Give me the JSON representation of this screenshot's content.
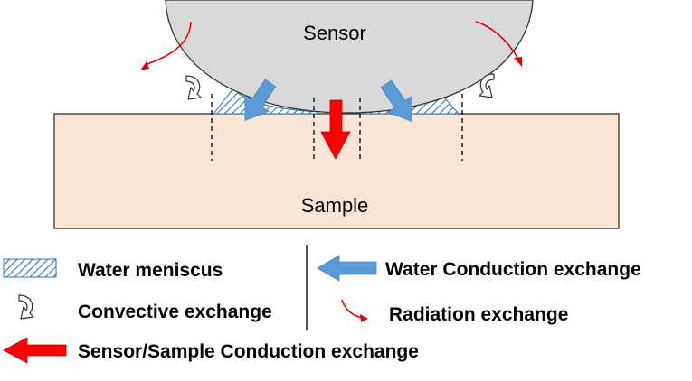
{
  "diagram": {
    "sensor_label": "Sensor",
    "sample_label": "Sample"
  },
  "legend": {
    "water_meniscus": "Water meniscus",
    "convective_exchange": "Convective exchange",
    "water_conduction_exchange": "Water Conduction exchange",
    "radiation_exchange": "Radiation exchange",
    "sensor_sample_conduction_exchange": "Sensor/Sample Conduction exchange"
  },
  "colors": {
    "sensor_fill": "#d9d9d9",
    "sample_fill": "#fbe5d6",
    "water_blue": "#5b9bd5",
    "meniscus_hatch": "#2e75b6",
    "conduction_red": "#ff0000",
    "radiation_red": "#e00000",
    "outline": "#333333"
  }
}
